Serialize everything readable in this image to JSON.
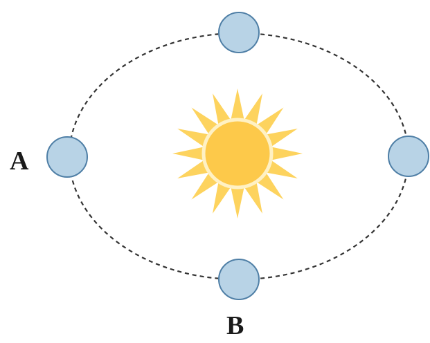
{
  "labels": {
    "a": "A",
    "b": "B"
  },
  "colors": {
    "orbit": "#333333",
    "planet_fill": "#b8d3e6",
    "planet_stroke": "#4f7fa6",
    "sun_core": "#fdc94a",
    "sun_rim": "#fff1c4",
    "sun_rays": "#fdd35e"
  },
  "icons": {
    "sun": "sun-icon",
    "planet": "planet-icon"
  },
  "orbit_style": "dashed ellipse"
}
